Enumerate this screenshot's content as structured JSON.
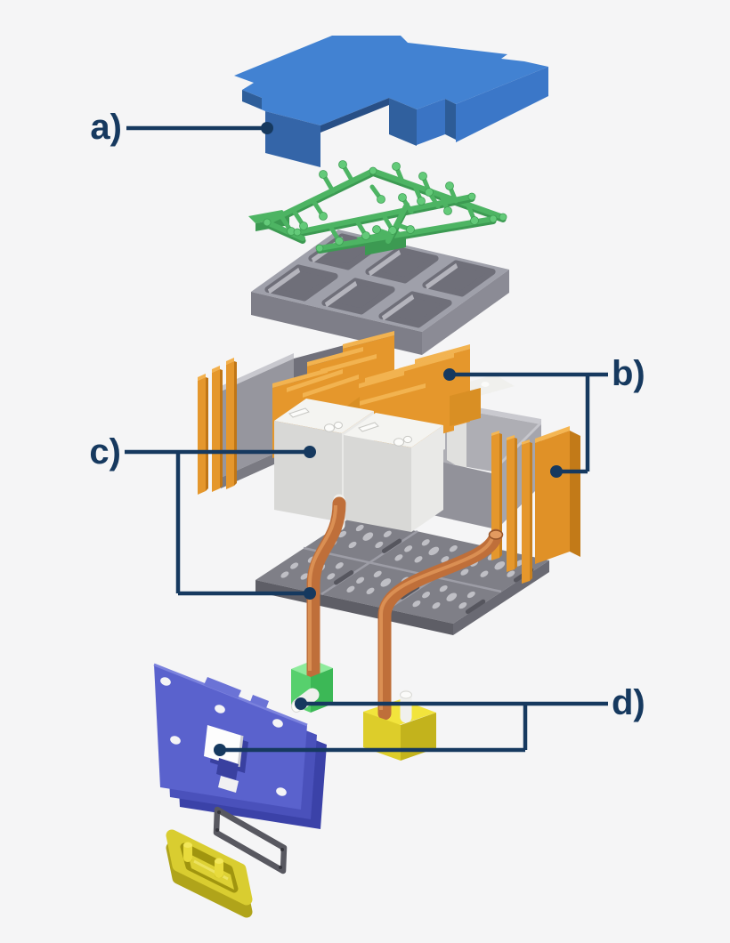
{
  "diagram": {
    "type": "exploded-view-3d",
    "labels": {
      "a": "a)",
      "b": "b)",
      "c": "c)",
      "d": "d)"
    },
    "callouts": [
      {
        "id": "a",
        "text": "a)",
        "target": "top-cover"
      },
      {
        "id": "b",
        "text": "b)",
        "target": "thermal-plates-and-fins"
      },
      {
        "id": "c",
        "text": "c)",
        "target": "battery-cells-and-cooling-tube"
      },
      {
        "id": "d",
        "text": "d)",
        "target": "coolant-connectors-and-panel"
      }
    ],
    "components": [
      "top-cover",
      "wiring-harness",
      "cell-holder-frame",
      "thermal-plates",
      "heat-sink-fins-left",
      "heat-sink-fins-right",
      "battery-cells",
      "enclosure-box",
      "cooling-plate",
      "coolant-tubes",
      "coolant-connector-green",
      "coolant-connector-yellow",
      "connector-panel",
      "gasket",
      "bottom-tray"
    ],
    "colors": {
      "background": "#f5f5f6",
      "cover": "#4282d2",
      "harness": "#4db463",
      "frame": "#9fa0aa",
      "plates": "#e5972c",
      "cells": "#d8d8d6",
      "enclosure": "#a5a5ad",
      "cold_plate": "#7f7f87",
      "tubes": "#bf6f3a",
      "connector_green": "#57d06d",
      "connector_yellow": "#f2e43c",
      "panel": "#5a62cd",
      "gasket": "#585860",
      "tray": "#d9cd30",
      "label": "#16395f"
    }
  }
}
